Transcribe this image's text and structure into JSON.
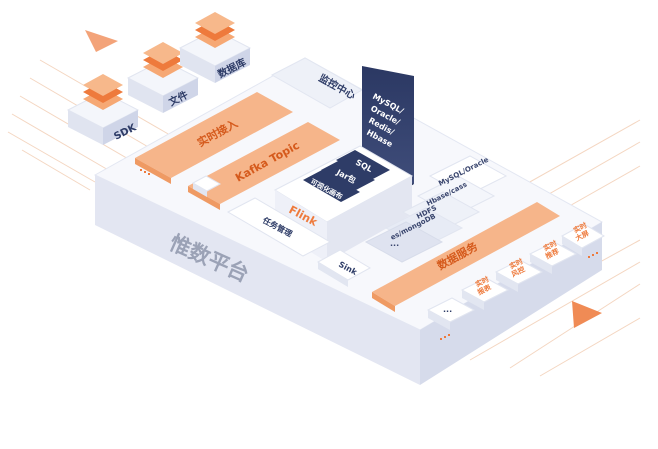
{
  "platform_label": "惟数平台",
  "sources": {
    "sdk": "SDK",
    "file": "文件",
    "database": "数据库"
  },
  "realtime_access": "实时接入",
  "kafka_topic": "Kafka Topic",
  "monitor_center": "监控中心",
  "monitor_db_lines": [
    "MySQL/",
    "Oracle/",
    "Redis/",
    "Hbase"
  ],
  "flink": {
    "title": "Flink",
    "chips": [
      "SQL",
      "Jar包",
      "可视化画布"
    ]
  },
  "task_management": "任务管理",
  "sink": "Sink",
  "storage_stack": [
    "MySQL/Oracle",
    "Hbase/cass",
    "HDFS",
    "es/mongoDB",
    "..."
  ],
  "data_service": "数据服务",
  "service_tiles": [
    [
      "...",
      ""
    ],
    [
      "实时",
      "报表"
    ],
    [
      "实时",
      "风控"
    ],
    [
      "实时",
      "推荐"
    ],
    [
      "实时",
      "大屏"
    ]
  ],
  "colors": {
    "orange": "#f3a979",
    "orange_dark": "#ee7a3c",
    "navy": "#2e3c67",
    "platform_side": "#dfe3f1",
    "platform_top": "#f4f6fb"
  }
}
